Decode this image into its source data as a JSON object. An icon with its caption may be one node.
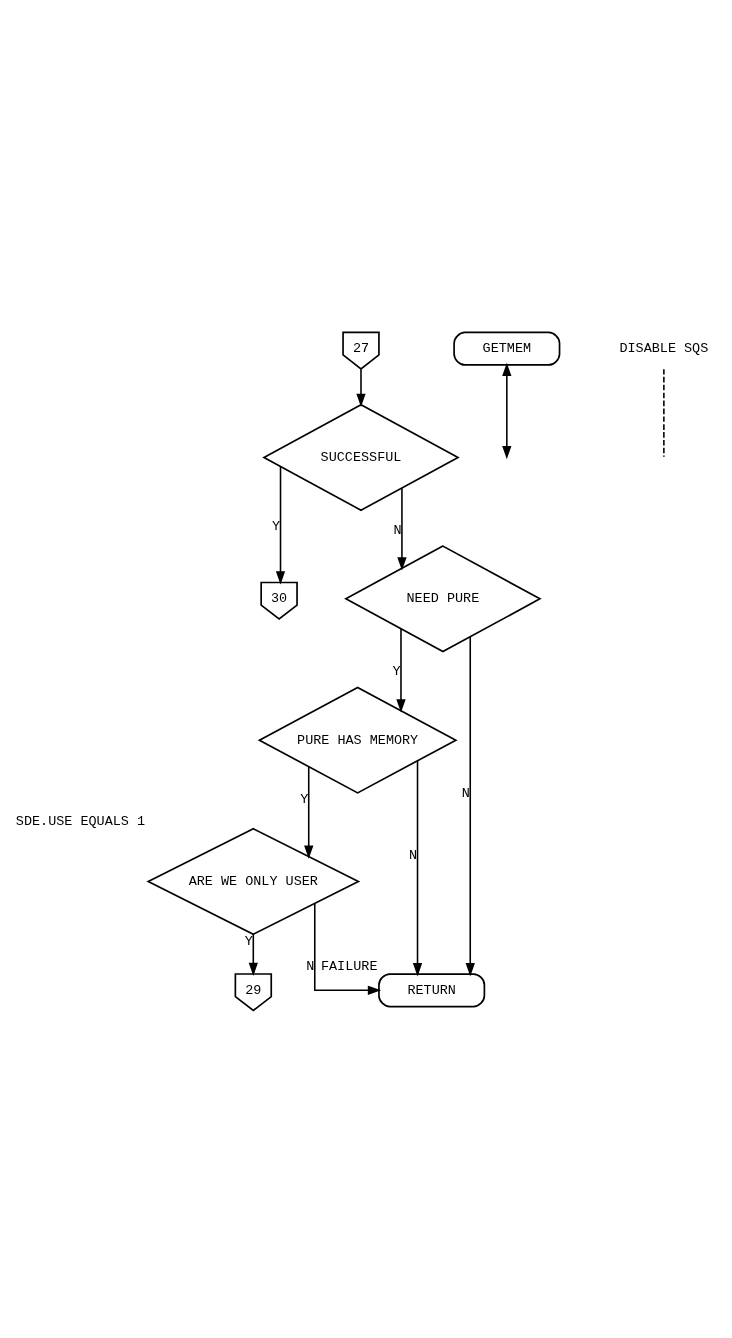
{
  "diagram": {
    "nodes": [
      {
        "text": [
          "27"
        ]
      },
      {
        "text": [
          "GETMEM"
        ]
      },
      {
        "text": [
          "SUCCESSFUL"
        ]
      },
      {
        "text": [
          "30"
        ]
      },
      {
        "text": [
          "NEED PURE"
        ]
      },
      {
        "text": [
          "PURE HAS MEMORY"
        ]
      },
      {
        "text": [
          "ARE WE ONLY USER"
        ],
        "beside": [
          "SDE.USE EQUALS 1"
        ]
      },
      {
        "text": [
          "RETURN"
        ],
        "beside": [
          "FAILURE"
        ]
      },
      {
        "text": [
          "29"
        ]
      },
      {
        "text": [
          "DISABLE SQS"
        ]
      }
    ],
    "edges": [
      {
        "from": 0,
        "to": 2,
        "arrow": "to"
      },
      {
        "from": 1,
        "to": null,
        "arrow": "both"
      },
      {
        "from": 9,
        "to": null,
        "arrow": "none",
        "style": "dashed"
      },
      {
        "from": 2,
        "to": 3,
        "arrow": "to",
        "label": "Y"
      },
      {
        "from": 2,
        "to": 4,
        "arrow": "to",
        "label": "N"
      },
      {
        "from": 4,
        "to": 7,
        "arrow": "to",
        "label": "N"
      },
      {
        "from": 4,
        "to": 5,
        "arrow": "to",
        "label": "Y"
      },
      {
        "from": 5,
        "to": 7,
        "arrow": "to",
        "label": "N"
      },
      {
        "from": 5,
        "to": 6,
        "arrow": "to",
        "label": "Y"
      },
      {
        "from": 6,
        "to": 7,
        "arrow": "to",
        "label": "N"
      },
      {
        "from": 6,
        "to": 8,
        "arrow": "to",
        "label": "Y"
      }
    ]
  }
}
